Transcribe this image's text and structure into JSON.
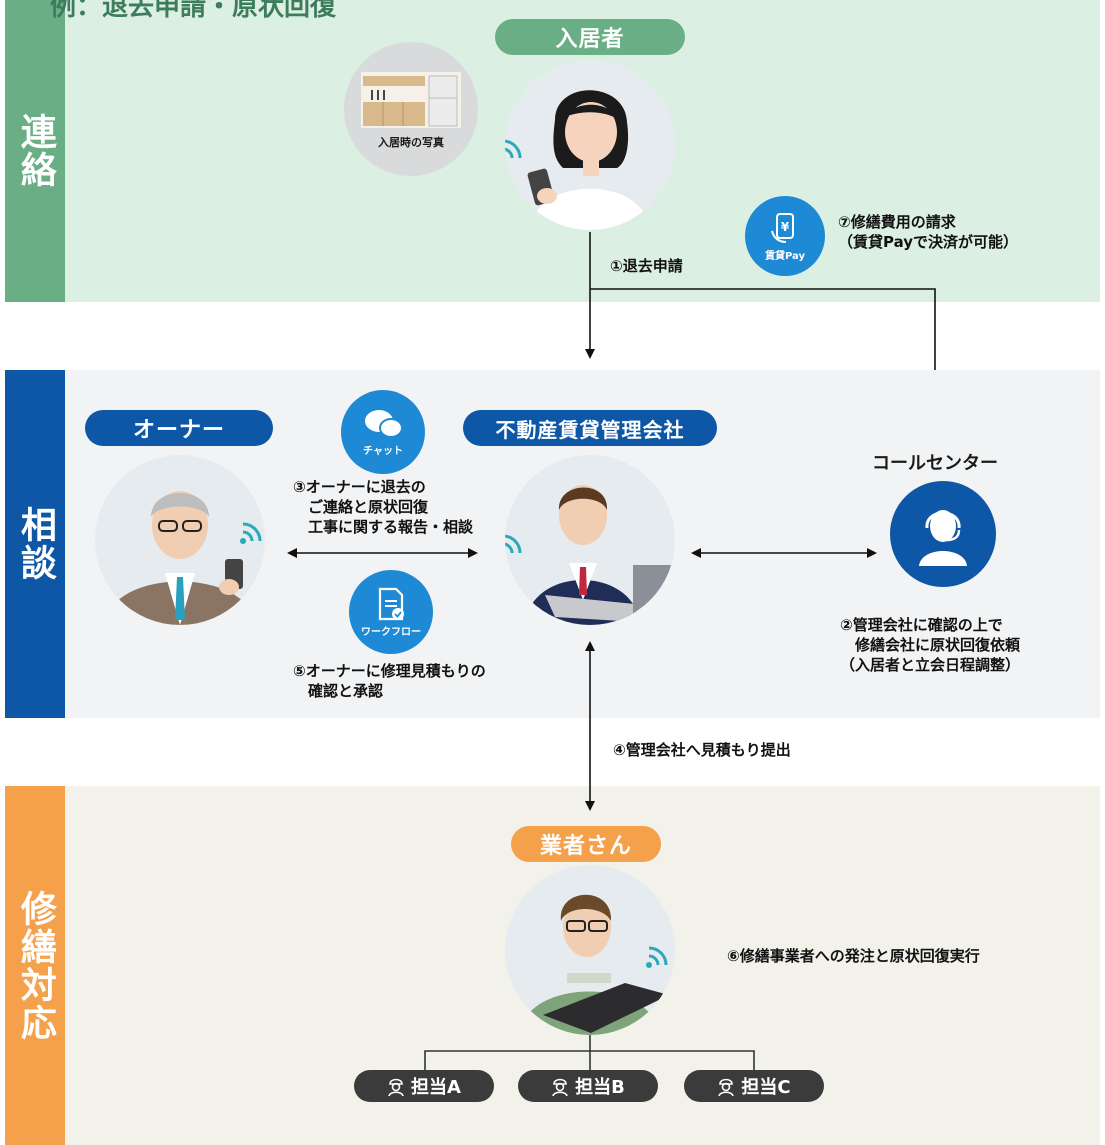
{
  "page_title": "例：退去申請・原状回復",
  "bands": {
    "contact": {
      "label": "連絡",
      "bg": "#dcefe3",
      "side": "#6aae86"
    },
    "consult": {
      "label": "相談",
      "bg": "#f2f3f4",
      "side": "#0d57a6"
    },
    "repair": {
      "label": "修繕対応",
      "bg": "#f3f2ea",
      "side": "#f5a04b"
    }
  },
  "actors": {
    "resident": "入居者",
    "owner": "オーナー",
    "management": "不動産賃貸管理会社",
    "call_center": "コールセンター",
    "contractor": "業者さん"
  },
  "photo_caption": "入居時の写真",
  "icons": {
    "chat": "チャット",
    "workflow": "ワークフロー",
    "pay": "賃貸Pay"
  },
  "steps": {
    "s1": "①退去申請",
    "s2": "②管理会社に確認の上で\n　修繕会社に原状回復依頼\n（入居者と立会日程調整）",
    "s3": "③オーナーに退去の\n　ご連絡と原状回復\n　工事に関する報告・相談",
    "s4": "④管理会社へ見積もり提出",
    "s5": "⑤オーナーに修理見積もりの\n　確認と承認",
    "s6": "⑥修繕事業者への発注と原状回復実行",
    "s7": "⑦修繕費用の請求\n（賃貸Payで決済が可能）"
  },
  "staff": [
    "担当A",
    "担当B",
    "担当C"
  ],
  "colors": {
    "green_pill": "#6aae86",
    "blue_pill": "#0d57a6",
    "orange_pill": "#f5a04b",
    "icon_blue": "#1e8ad6",
    "staff_pill": "#3b3b3b"
  }
}
